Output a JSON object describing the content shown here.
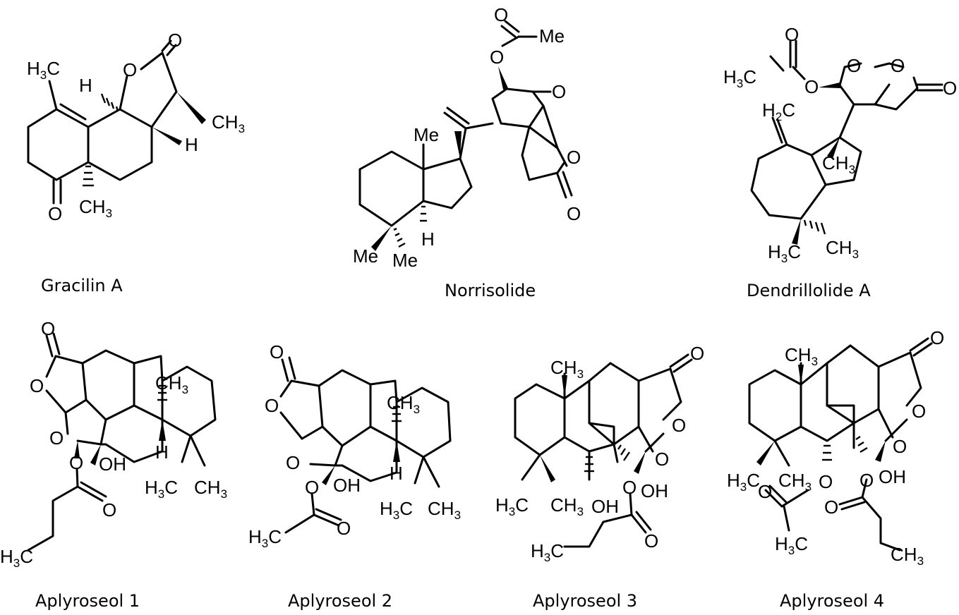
{
  "molecules": [
    {
      "id": "gracilin",
      "caption": "Gracilin A",
      "labels": {
        "ch3_top": "H3C",
        "h_wedge": "H",
        "o_ring": "O",
        "o_carbonyl": "O",
        "ch3_right": "CH3",
        "h_low": "H",
        "ch3_bottom": "CH3",
        "o_ketone": "O"
      }
    },
    {
      "id": "norrisolide",
      "caption": "Norrisolide",
      "labels": {
        "o_ester_top": "O",
        "me_acetyl": "Me",
        "o_ester": "O",
        "o_ring": "O",
        "o_lactone": "O",
        "o_carbonyl": "O",
        "me_top": "Me",
        "h": "H",
        "me_left": "Me",
        "me_right": "Me"
      }
    },
    {
      "id": "dendrillolide",
      "caption": "Dendrillolide A",
      "labels": {
        "o_acetyl": "O",
        "h3c_acetyl": "H3C",
        "o_ester": "O",
        "o_ring1": "O",
        "o_ring2": "O",
        "o_carbonyl": "O",
        "h2c": "H2C",
        "ch3_mid": "CH3",
        "h3c_bottom": "H3C",
        "ch3_bottom": "CH3"
      }
    },
    {
      "id": "aplyroseol1",
      "caption": "Aplyroseol 1",
      "labels": {
        "o_carbonyl": "O",
        "o_ring1": "O",
        "o_ring2": "O",
        "o_ester": "O",
        "oh": "OH",
        "ch3": "CH3",
        "h": "H",
        "h3c_gem": "H3C",
        "ch3_gem": "CH3",
        "o_acyl": "O",
        "h3c_chain": "H3C"
      }
    },
    {
      "id": "aplyroseol2",
      "caption": "Aplyroseol 2",
      "labels": {
        "o_carbonyl": "O",
        "o_ring1": "O",
        "o_ring2": "O",
        "o_ester": "O",
        "oh": "OH",
        "ch3": "CH3",
        "h": "H",
        "h3c_gem": "H3C",
        "ch3_gem": "CH3",
        "o_acyl": "O",
        "h3c_acetyl": "H3C"
      }
    },
    {
      "id": "aplyroseol3",
      "caption": "Aplyroseol 3",
      "labels": {
        "o_carbonyl": "O",
        "o_ring1": "O",
        "o_ring2": "O",
        "ch3_top": "CH3",
        "o_ester": "O",
        "oh_right": "OH",
        "h3c_gem": "H3C",
        "ch3_gem": "CH3",
        "oh_low": "OH",
        "o_acyl": "O",
        "h3c_chain": "H3C"
      }
    },
    {
      "id": "aplyroseol4",
      "caption": "Aplyroseol 4",
      "labels": {
        "o_carbonyl": "O",
        "o_ring1": "O",
        "o_ring2": "O",
        "ch3_top": "CH3",
        "h3c_gem": "H3C",
        "ch3_gem": "CH3",
        "o_ether": "O",
        "o_ester": "O",
        "oh": "OH",
        "o_acetyl": "O",
        "h3c_acetyl": "H3C",
        "o_acyl": "O",
        "ch3_chain": "CH3"
      }
    }
  ]
}
